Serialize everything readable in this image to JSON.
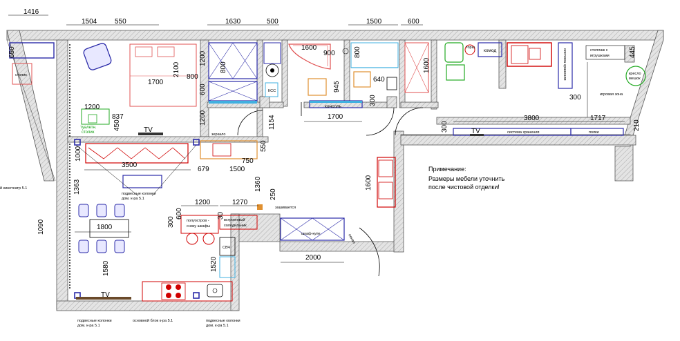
{
  "plan": {
    "colors": {
      "wall": "#d8d8d8",
      "furniture_red": "#e05050",
      "cabinet_blue": "#2a2aa8",
      "accent_green": "#22aa22",
      "cabinet_orange": "#e09030",
      "cyan_glass": "#40b0e0"
    },
    "dimensions": {
      "d1416": "1416",
      "d1504": "1504",
      "d550a": "550",
      "d1630": "1630",
      "d500": "500",
      "d1500a": "1500",
      "d600a": "600",
      "d650": "650",
      "d1200a": "1200",
      "d2100": "2100",
      "d800a": "800",
      "d600b": "600",
      "d800b": "800",
      "d1700a": "1700",
      "d1600a": "1600",
      "d800c": "800",
      "d945": "945",
      "d640": "640",
      "d1600b": "1600",
      "d1200b": "1200",
      "d837": "837",
      "d450": "450",
      "d1200c": "1200",
      "d1154": "1154",
      "d1700b": "1700",
      "d300a": "300",
      "d3800": "3800",
      "d1717": "1717",
      "d300b": "300",
      "d210": "210",
      "d300c": "300",
      "d445": "445",
      "d1000": "1000",
      "d3500": "3500",
      "d679": "679",
      "d750": "750",
      "d550b": "550",
      "d1500b": "1500",
      "d1360": "1360",
      "d250": "250",
      "d1363": "1363",
      "d1800": "1800",
      "d1090": "1090",
      "d1200d": "1200",
      "d1270": "1270",
      "d300d": "300",
      "d600c": "600",
      "d30": "30",
      "d1600c": "1600",
      "d2000": "2000",
      "d1520": "1520",
      "d1580": "1580",
      "d900": "900"
    },
    "labels": {
      "stolik": "столик",
      "tualetny": "туалетн.",
      "tualetny2": "столик",
      "tv1": "TV",
      "tv2": "TV",
      "tv3": "TV",
      "mirror": "зеркало",
      "konsol": "консоль",
      "kss": "КСС",
      "komod": "комод",
      "torsh": "торш.",
      "sistema_hraneniya": "система хранения",
      "polki": "полки",
      "sistema_hraneniya_v": "система хранения",
      "stellazh": "стеллаж с",
      "stellazh2": "игрушками",
      "kreslo": "кресло",
      "kreslo2": "мешок",
      "igrovaya": "игровая зона",
      "kinoteatr": "й кинотеатр 5.1",
      "podvesnye1": "подвесные колонки",
      "podvesnye1b": "дом. к-ра 5.1",
      "podvesnye2": "подвесные колонки",
      "podvesnye2b": "дом. к-ра 5.1",
      "podvesnye3": "подвесные колонки",
      "podvesnye3b": "дом. к-ра 5.1",
      "osnovnoy": "основной блок к-ра 5.1",
      "ostrov1": "полуостров -",
      "ostrov2": "снизу шкафы",
      "holod1": "встроенный",
      "holod2": "холодильник",
      "svch": "СВЧ",
      "zashivaetsya": "зашивается",
      "shkaf_kupe": "шкаф-купе",
      "penal": "пенал",
      "note_title": "Примечание:",
      "note_line1": "Размеры мебели уточнить",
      "note_line2": "после чистовой отделки!"
    }
  }
}
